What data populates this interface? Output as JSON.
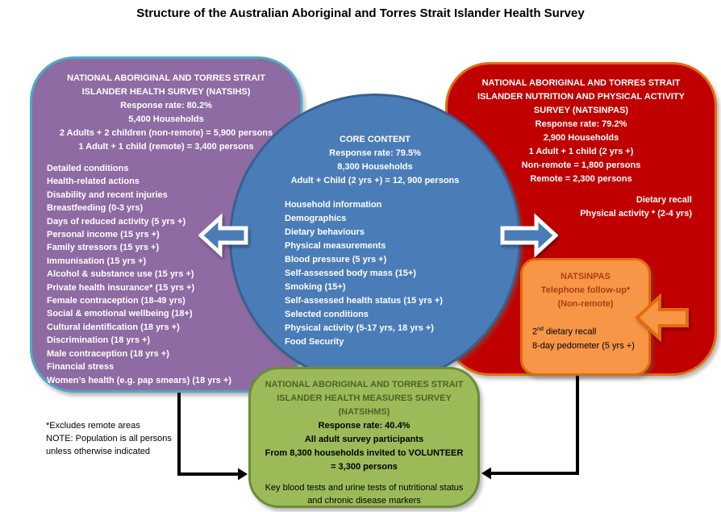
{
  "title": "Structure of the Australian Aboriginal and Torres Strait Islander Health Survey",
  "natsihs": {
    "header": [
      "NATIONAL ABORIGINAL AND TORRES STRAIT",
      "ISLANDER HEALTH SURVEY (NATSIHS)",
      "Response rate: 80.2%",
      "5,400 Households",
      "2 Adults + 2 children (non-remote) = 5,900 persons",
      "1 Adult + 1 child (remote) = 3,400 persons"
    ],
    "items": [
      "Detailed conditions",
      "Health-related actions",
      "Disability and recent injuries",
      "Breastfeeding (0-3 yrs)",
      "Days of reduced activity (5 yrs +)",
      "Personal income (15 yrs +)",
      "Family stressors (15 yrs +)",
      "Immunisation (15 yrs +)",
      "Alcohol & substance use (15 yrs +)",
      "Private health insurance* (15 yrs +)",
      "Female contraception (18-49 yrs)",
      "Social & emotional wellbeing (18+)",
      "Cultural identification (18 yrs +)",
      "Discrimination (18 yrs +)",
      "Male contraception (18 yrs +)",
      "Financial stress",
      "Women’s health (e.g. pap smears) (18 yrs +)"
    ]
  },
  "core": {
    "header": [
      "CORE CONTENT",
      "Response rate:  79.5%",
      "8,300 Households",
      "Adult + Child (2 yrs +) = 12, 900 persons"
    ],
    "items": [
      "Household information",
      "Demographics",
      "Dietary behaviours",
      "Physical measurements",
      "Blood pressure (5 yrs +)",
      "Self-assessed body mass (15+)",
      "Smoking (15+)",
      "Self-assessed health status (15 yrs +)",
      "Selected conditions",
      "Physical activity (5-17 yrs, 18 yrs +)",
      "Food Security"
    ]
  },
  "natsinpas": {
    "header": [
      "NATIONAL ABORIGINAL AND TORRES STRAIT",
      "ISLANDER NUTRITION AND PHYSICAL ACTIVITY",
      "SURVEY (NATSINPAS)",
      "Response rate: 79.2%",
      "2,900 Households",
      "1 Adult + 1 child (2 yrs +)",
      "Non-remote = 1,800 persons",
      "Remote = 2,300 persons"
    ],
    "extras": [
      "Dietary recall",
      "Physical activity * (2-4 yrs)"
    ]
  },
  "followup": {
    "header": [
      "NATSINPAS",
      "Telephone follow-up*",
      "(Non-remote)"
    ],
    "recall_num": "2",
    "recall_sup": "nd",
    "recall_rest": " dietary recall",
    "pedometer": "8-day pedometer  (5 yrs +)"
  },
  "natsihms": {
    "header": [
      "NATIONAL ABORIGINAL AND TORRES STRAIT",
      "ISLANDER HEALTH MEASURES SURVEY",
      "(NATSIHMS)"
    ],
    "stats": [
      "Response rate: 40.4%",
      "All adult survey participants",
      "From 8,300 households invited to VOLUNTEER",
      "= 3,300 persons"
    ],
    "footer": "Key blood tests  and urine tests  of nutritional status and chronic disease markers"
  },
  "note": {
    "lines": [
      "*Excludes remote areas",
      "NOTE: Population is all persons",
      "unless otherwise indicated"
    ]
  },
  "colors": {
    "natsihs_fill": "#8E6BA2",
    "natsihs_border": "#4BACC6",
    "core_fill": "#4A7CB8",
    "core_border": "#38618F",
    "natsinpas_fill": "#C00000",
    "natsinpas_border": "#E36C09",
    "followup_fill": "#F79646",
    "followup_border": "#E36C09",
    "followup_header_text": "#B03B17",
    "natsihms_fill": "#9BBB59",
    "natsihms_border": "#6E8B37",
    "natsihms_header_text": "#4F6228",
    "flow_arrow_fill": "#4A7CB8",
    "flow_arrow_stroke": "#FFFFFF",
    "connector": "#000000",
    "text_light": "#FFFFFF",
    "text_dark": "#000000"
  }
}
